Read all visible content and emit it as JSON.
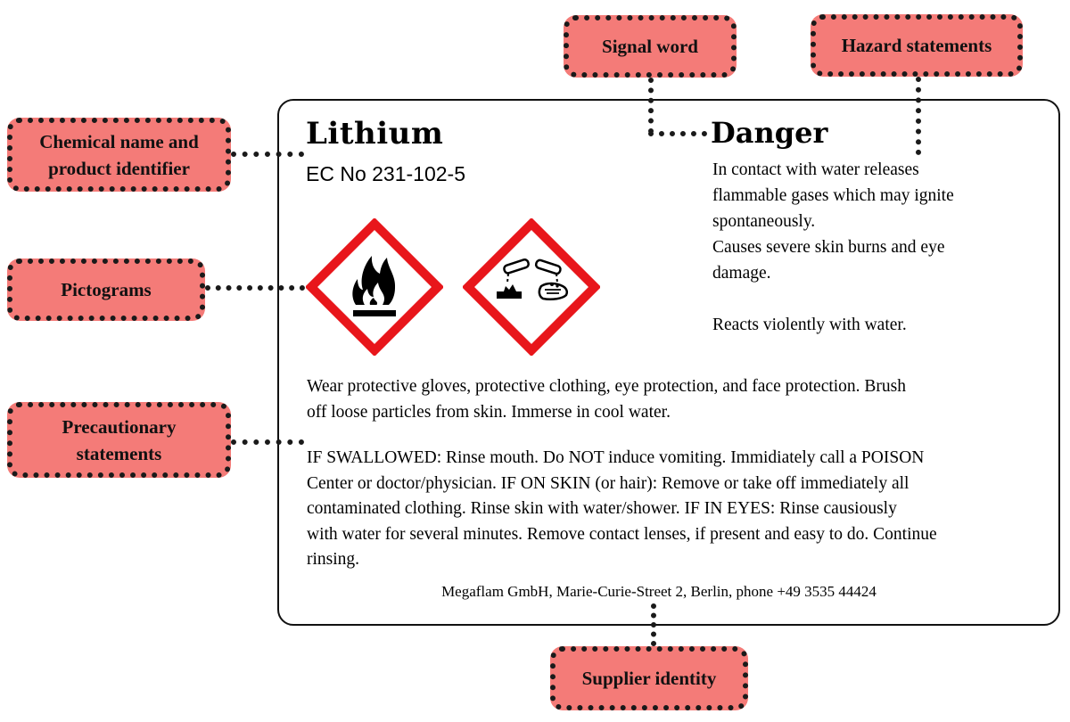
{
  "callouts": {
    "signal_word": "Signal word",
    "hazard_statements": "Hazard statements",
    "chemical_name_line1": "Chemical name and",
    "chemical_name_line2": "product identifier",
    "pictograms": "Pictograms",
    "precautionary_line1": "Precautionary",
    "precautionary_line2": "statements",
    "supplier_identity": "Supplier identity"
  },
  "label": {
    "product_name": "Lithium",
    "ec_number": "EC No 231-102-5",
    "signal_word": "Danger",
    "hazard_lines": [
      "In contact with water releases",
      "flammable gases which may ignite",
      "spontaneously.",
      "Causes severe skin burns and eye",
      "damage.",
      "Reacts violently with water."
    ],
    "pictograms": [
      "flame-icon",
      "corrosion-icon"
    ],
    "precautionary_1_lines": [
      "Wear protective gloves, protective clothing, eye protection, and face protection. Brush",
      "off  loose particles from skin. Immerse in cool water."
    ],
    "precautionary_2_lines": [
      "IF SWALLOWED: Rinse mouth. Do NOT induce vomiting. Immidiately call a POISON",
      "Center or doctor/physician. IF ON SKIN (or hair): Remove or take off  immediately all",
      "contaminated clothing. Rinse skin with water/shower. IF IN EYES: Rinse causiously",
      "with water for several minutes. Remove contact lenses, if  present and easy to do. Continue",
      "rinsing."
    ],
    "supplier": "Megaflam GmbH, Marie-Curie-Street 2, Berlin, phone +49 3535 44424"
  },
  "colors": {
    "callout_fill": "#f47b78",
    "pictogram_border": "#e8161b",
    "dots": "#1a1a1a"
  }
}
